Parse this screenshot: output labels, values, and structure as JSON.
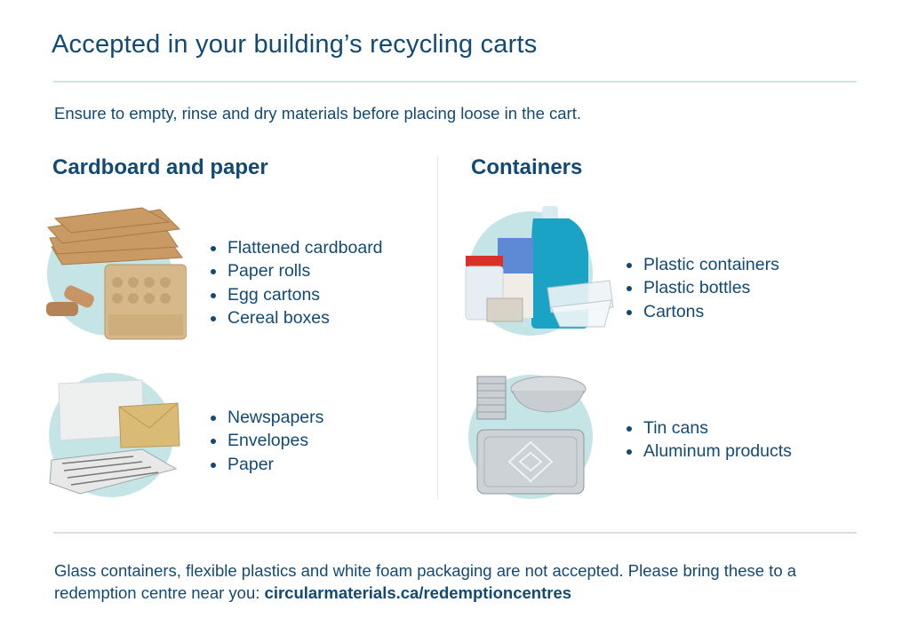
{
  "title": "Accepted in your building’s recycling carts",
  "subtitle": "Ensure to empty, rinse and dry materials before placing loose in the cart.",
  "colors": {
    "text": "#134a74",
    "circle": "#c4e4e6",
    "rule": "#d3e3e1"
  },
  "sections": [
    {
      "heading": "Cardboard and paper",
      "groups": [
        {
          "icon": "cardboard-image",
          "items": [
            "Flattened cardboard",
            "Paper rolls",
            "Egg cartons",
            "Cereal boxes"
          ]
        },
        {
          "icon": "paper-image",
          "items": [
            "Newspapers",
            "Envelopes",
            "Paper"
          ]
        }
      ]
    },
    {
      "heading": "Containers",
      "groups": [
        {
          "icon": "plastic-containers-image",
          "items": [
            "Plastic containers",
            "Plastic bottles",
            "Cartons"
          ]
        },
        {
          "icon": "metal-containers-image",
          "items": [
            "Tin cans",
            "Aluminum products"
          ]
        }
      ]
    }
  ],
  "footer": {
    "text": "Glass containers, flexible plastics and white foam packaging are not accepted. Please bring these to a redemption centre near you: ",
    "link": "circularmaterials.ca/redemptioncentres"
  }
}
